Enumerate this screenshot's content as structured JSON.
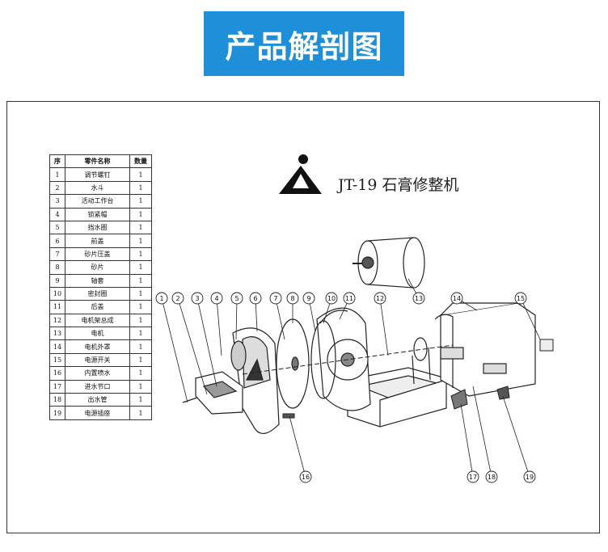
{
  "banner": {
    "title": "产品解剖图"
  },
  "diagram": {
    "title": "JT-19 石膏修整机"
  },
  "parts_table": {
    "headers": [
      "序",
      "零件名称",
      "数量"
    ],
    "rows": [
      [
        "1",
        "调节螺钉",
        "1"
      ],
      [
        "2",
        "水斗",
        "1"
      ],
      [
        "3",
        "活动工作台",
        "1"
      ],
      [
        "4",
        "锁紧帽",
        "1"
      ],
      [
        "5",
        "挡水圈",
        "1"
      ],
      [
        "6",
        "前盖",
        "1"
      ],
      [
        "7",
        "砂片压盖",
        "1"
      ],
      [
        "8",
        "砂片",
        "1"
      ],
      [
        "9",
        "轴套",
        "1"
      ],
      [
        "10",
        "密封圈",
        "1"
      ],
      [
        "11",
        "后盖",
        "1"
      ],
      [
        "12",
        "电机架总成",
        "1"
      ],
      [
        "13",
        "电机",
        "1"
      ],
      [
        "14",
        "电机外罩",
        "1"
      ],
      [
        "15",
        "电源开关",
        "1"
      ],
      [
        "16",
        "内置喷水",
        "1"
      ],
      [
        "17",
        "进水节口",
        "1"
      ],
      [
        "18",
        "出水管",
        "1"
      ],
      [
        "19",
        "电源插座",
        "1"
      ]
    ]
  },
  "callouts": [
    "1",
    "2",
    "3",
    "4",
    "5",
    "6",
    "7",
    "8",
    "9",
    "10",
    "11",
    "12",
    "13",
    "14",
    "15",
    "16",
    "17",
    "18",
    "19"
  ],
  "colors": {
    "banner_bg": "#1e8fd9",
    "line": "#222222"
  }
}
